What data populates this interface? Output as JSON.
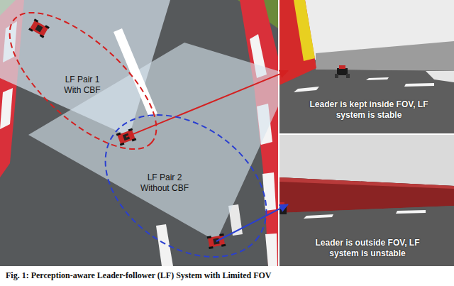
{
  "diagram": {
    "caption": "Fig. 1: Perception-aware Leader-follower (LF) System with Limited FOV",
    "nodes": [
      {
        "text": [
          "LF Pair 1 With CBF"
        ]
      },
      {
        "text": [
          "LF Pair 2 Without CBF"
        ]
      },
      {
        "text": [
          "Leader is kept inside FOV, LF system is stable"
        ]
      },
      {
        "text": [
          "Leader is outside FOV, LF system is unstable"
        ]
      }
    ],
    "edges": [
      {
        "from": 0,
        "to": 2,
        "arrow": "to"
      },
      {
        "from": 1,
        "to": 3,
        "arrow": "to"
      }
    ]
  }
}
